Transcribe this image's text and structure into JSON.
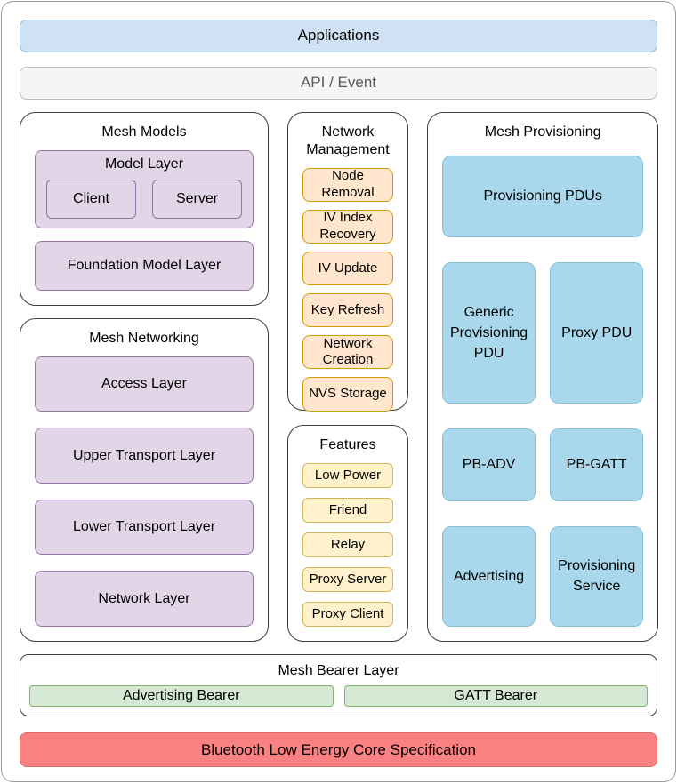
{
  "applications": {
    "label": "Applications"
  },
  "api_event": {
    "label": "API / Event"
  },
  "mesh_models": {
    "title": "Mesh Models",
    "model_layer": {
      "title": "Model Layer",
      "client": "Client",
      "server": "Server"
    },
    "foundation": "Foundation Model Layer"
  },
  "mesh_networking": {
    "title": "Mesh Networking",
    "layers": [
      "Access Layer",
      "Upper Transport Layer",
      "Lower Transport Layer",
      "Network Layer"
    ]
  },
  "network_management": {
    "title": "Network Management",
    "items": [
      "Node Removal",
      "IV Index Recovery",
      "IV Update",
      "Key Refresh",
      "Network Creation",
      "NVS Storage"
    ]
  },
  "features": {
    "title": "Features",
    "items": [
      "Low Power",
      "Friend",
      "Relay",
      "Proxy Server",
      "Proxy Client"
    ]
  },
  "mesh_provisioning": {
    "title": "Mesh Provisioning",
    "provisioning_pdus": "Provisioning PDUs",
    "generic_provisioning_pdu": "Generic Provisioning PDU",
    "proxy_pdu": "Proxy PDU",
    "pb_adv": "PB-ADV",
    "pb_gatt": "PB-GATT",
    "advertising": "Advertising",
    "provisioning_service": "Provisioning Service"
  },
  "mesh_bearer": {
    "title": "Mesh Bearer Layer",
    "advertising_bearer": "Advertising Bearer",
    "gatt_bearer": "GATT Bearer"
  },
  "ble_core": {
    "label": "Bluetooth Low Energy Core Specification"
  },
  "colors": {
    "applications_fill": "#cfe2f3",
    "api_fill": "#f5f5f5",
    "model_fill": "#e1d5e7",
    "management_fill": "#ffe6cc",
    "features_fill": "#fff2cc",
    "provisioning_fill": "#a9d8ec",
    "bearer_fill": "#d5e8d4",
    "ble_fill": "#fa8181"
  }
}
